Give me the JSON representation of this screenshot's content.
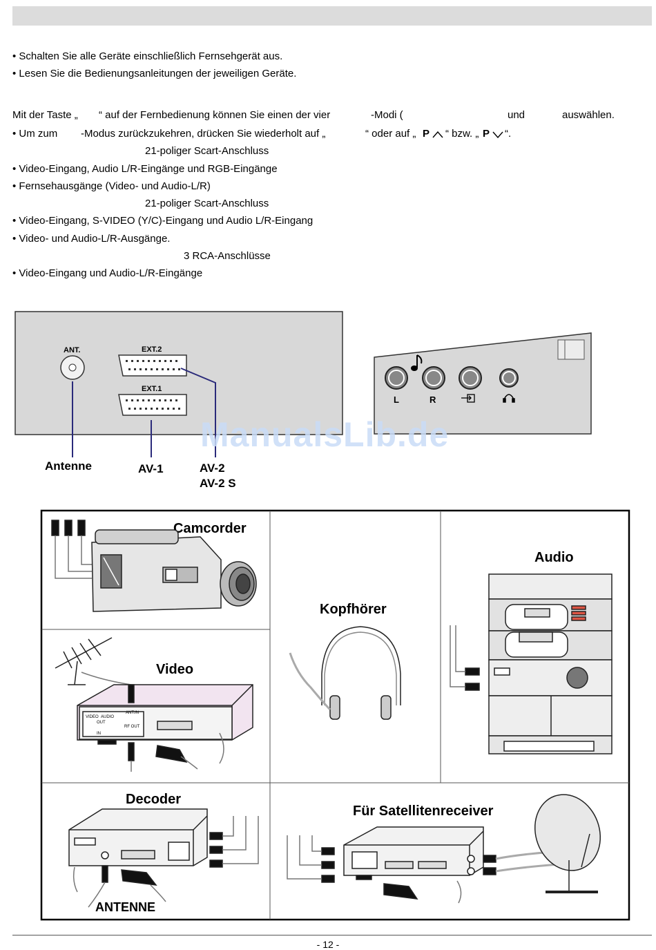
{
  "intro": {
    "line1": "• Schalten Sie alle Geräte einschließlich Fernsehgerät aus.",
    "line2": "• Lesen Sie die Bedienungsanleitungen der jeweiligen Geräte."
  },
  "modes": {
    "p1_a": "Mit der Taste „",
    "p1_b": "“ auf der Fernbedienung können Sie einen der vier",
    "p1_c": "-Modi (",
    "p1_d": "und",
    "p1_e": "auswählen.",
    "p2_a": "• Um zum",
    "p2_b": "-Modus zurückzukehren, drücken Sie wiederholt auf „",
    "p2_c": "“ oder auf „",
    "p2_d": "P",
    "p2_e": "“ bzw. „",
    "p2_f": "P",
    "p2_g": "“."
  },
  "ext1": {
    "label": "21-poliger Scart-Anschluss",
    "item1": "• Video-Eingang, Audio L/R-Eingänge und RGB-Eingänge",
    "item2": "• Fernsehausgänge (Video- und Audio-L/R)"
  },
  "ext2": {
    "label": "21-poliger Scart-Anschluss",
    "item1": "• Video-Eingang, S-VIDEO (Y/C)-Eingang und Audio L/R-Eingang",
    "item2": "• Video- und Audio-L/R-Ausgänge."
  },
  "rca": {
    "label": "3 RCA-Anschlüsse",
    "item1": "• Video-Eingang und Audio-L/R-Eingänge"
  },
  "back_panel": {
    "ant": "ANT.",
    "ext2": "EXT.2",
    "ext1": "EXT.1",
    "antenne": "Antenne",
    "av1": "AV-1",
    "av2": "AV-2",
    "av2s": "AV-2 S"
  },
  "side_panel": {
    "l": "L",
    "r": "R"
  },
  "watermark": "ManualsLib.de",
  "devices": {
    "camcorder": "Camcorder",
    "kopfhoerer": "Kopfhörer",
    "audio": "Audio",
    "video": "Video",
    "decoder": "Decoder",
    "antenne": "ANTENNE",
    "satellit": "Für Satellitenreceiver"
  },
  "vcr_labels": {
    "video": "VIDEO",
    "audio": "AUDIO",
    "out": "OUT",
    "in": "IN",
    "ant_in": "ANT.IN",
    "rf_out": "RF OUT"
  },
  "footer": {
    "page": "- 12 -"
  }
}
